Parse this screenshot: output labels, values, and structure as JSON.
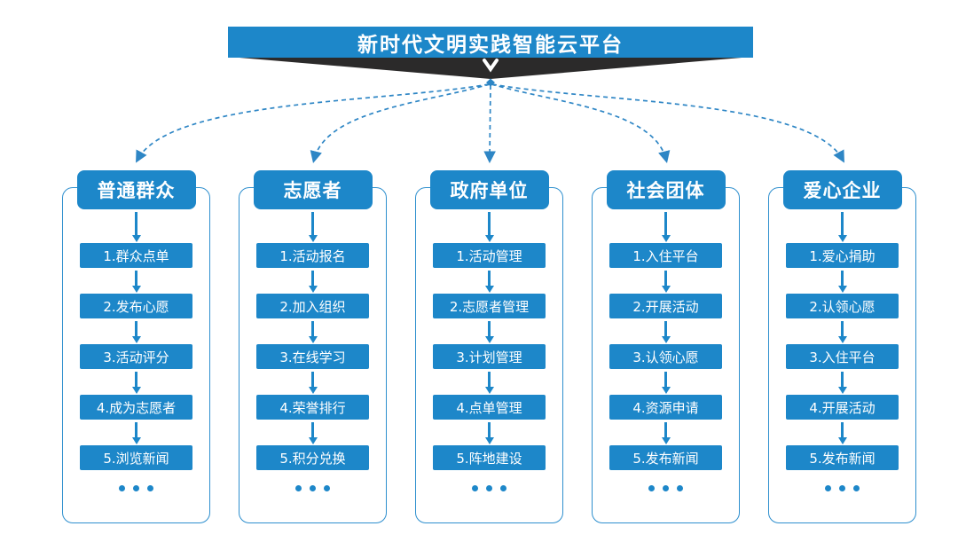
{
  "title": "新时代文明实践智能云平台",
  "colors": {
    "accent": "#1d87c9",
    "frame_border": "#2e8fce",
    "connector": "#2e86c5",
    "ribbon": "#2b2a2a",
    "text_on_accent": "#ffffff"
  },
  "columns": [
    {
      "header": "普通群众",
      "items": [
        "1.群众点单",
        "2.发布心愿",
        "3.活动评分",
        "4.成为志愿者",
        "5.浏览新闻"
      ]
    },
    {
      "header": "志愿者",
      "items": [
        "1.活动报名",
        "2.加入组织",
        "3.在线学习",
        "4.荣誉排行",
        "5.积分兑换"
      ]
    },
    {
      "header": "政府单位",
      "items": [
        "1.活动管理",
        "2.志愿者管理",
        "3.计划管理",
        "4.点单管理",
        "5.阵地建设"
      ]
    },
    {
      "header": "社会团体",
      "items": [
        "1.入住平台",
        "2.开展活动",
        "3.认领心愿",
        "4.资源申请",
        "5.发布新闻"
      ]
    },
    {
      "header": "爱心企业",
      "items": [
        "1.爱心捐助",
        "2.认领心愿",
        "3.入住平台",
        "4.开展活动",
        "5.发布新闻"
      ]
    }
  ]
}
